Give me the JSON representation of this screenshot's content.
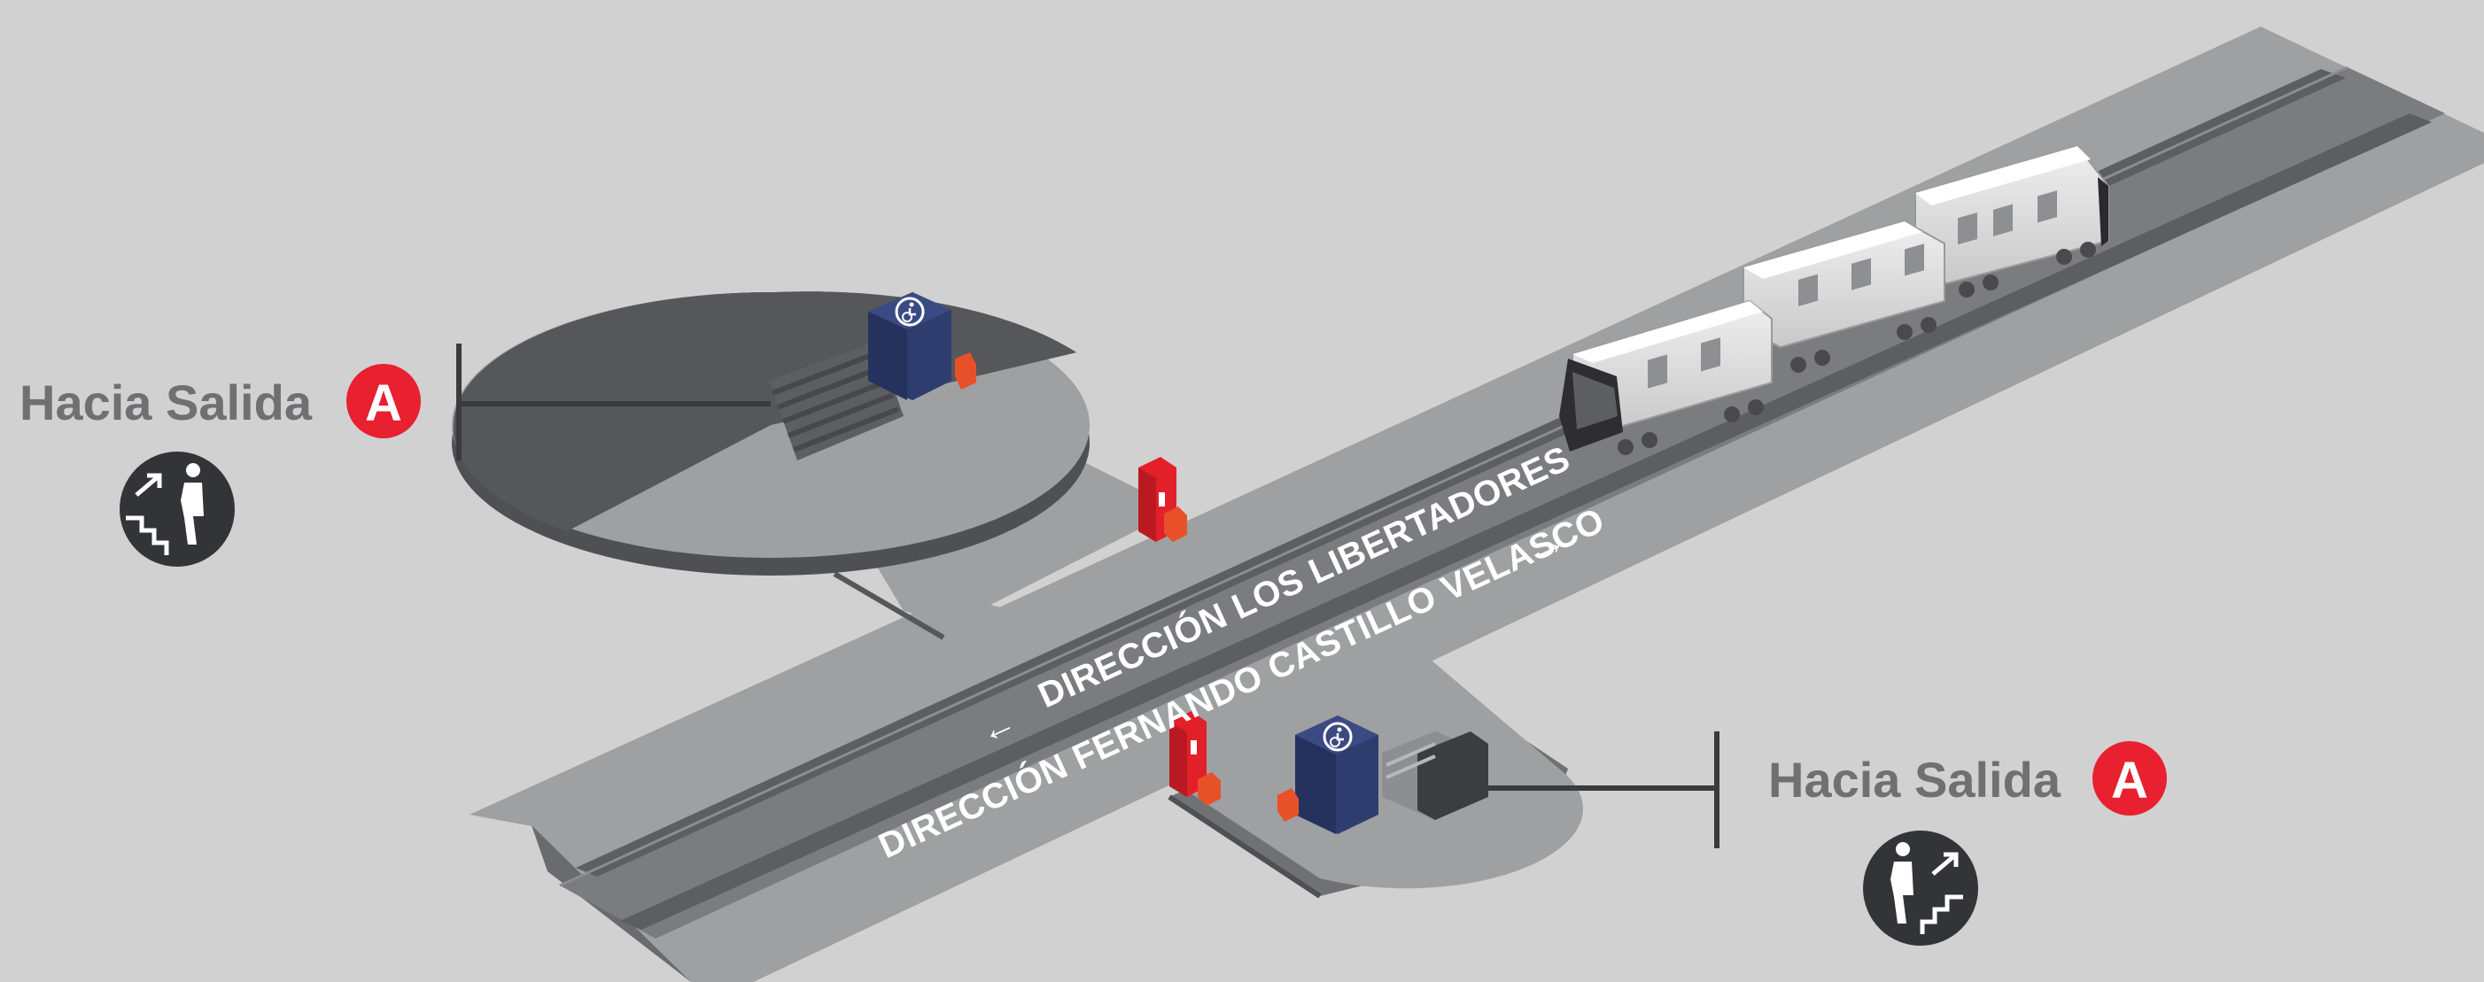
{
  "exits": [
    {
      "label": "Hacia Salida",
      "badge": "A",
      "icon": "stairs-up-person-icon"
    },
    {
      "label": "Hacia Salida",
      "badge": "A",
      "icon": "stairs-up-person-icon"
    }
  ],
  "directions": [
    {
      "text": "DIRECCIÓN LOS LIBERTADORES",
      "arrow": "←",
      "icon": "arrow-left-icon"
    },
    {
      "text": "DIRECCIÓN FERNANDO CASTILLO VELASCO",
      "arrow": "→",
      "icon": "arrow-right-icon"
    }
  ],
  "icons": [
    "elevator-icon",
    "wheelchair-icon",
    "fire-extinguisher-icon",
    "stairs-icon",
    "train-icon"
  ],
  "colors": {
    "background": "#d0d1d0",
    "platform": "#9ea0a2",
    "track": "#7b7c7f",
    "dark": "#56575b",
    "elevator": "#2f3d6e",
    "accent_red": "#e8202f",
    "extinguisher": "#e2202a",
    "exit_text": "#707072"
  }
}
